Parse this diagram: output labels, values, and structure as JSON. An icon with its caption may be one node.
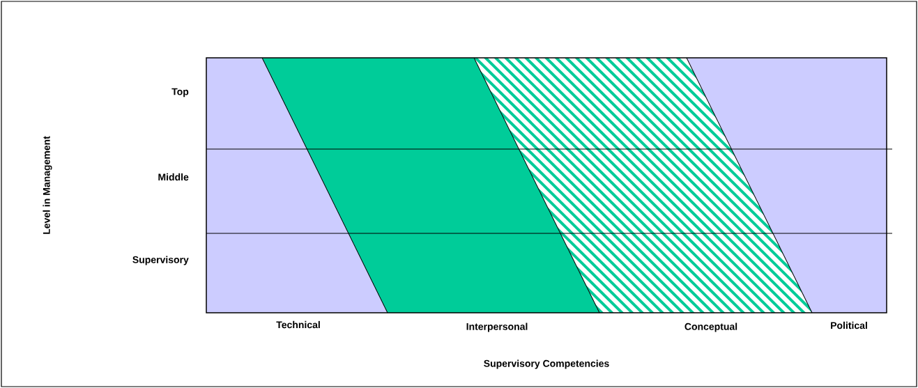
{
  "diagram": {
    "labels": [
      "Top",
      "Middle",
      "Supervisory",
      "Technical",
      "Interpersonal",
      "Conceptual",
      "Political",
      "Supervisory Competencies",
      "Level in Management"
    ]
  }
}
